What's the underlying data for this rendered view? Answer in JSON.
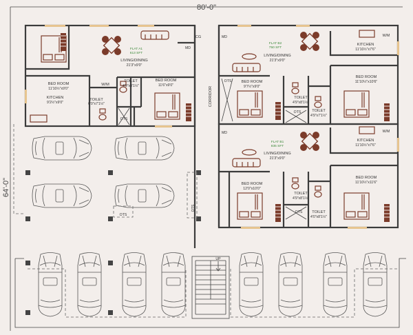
{
  "dimensions": {
    "width": "80'-0\"",
    "depth": "64'-0\""
  },
  "corridor": "CORRIDOR",
  "flat_a1": {
    "flat_name": "FLAT A1",
    "area": "613 SFT",
    "living": {
      "label": "LIVING/DINING",
      "dims": "21'3\"x9'0\""
    },
    "bedroom1": {
      "label": "BED ROOM",
      "dims": "11'10½\"x9'0\""
    },
    "bedroom2": {
      "label": "BED ROOM",
      "dims": "11'6\"x9'0\""
    },
    "kitchen": {
      "label": "KITCHEN",
      "dims": "9'2½\"x9'0\""
    },
    "toilet1": {
      "label": "TOILET",
      "dims": "6'0\"x7'1½\""
    },
    "toilet2": {
      "label": "TOILET",
      "dims": "4'9\"x8'1½\""
    },
    "wm": "W/M",
    "ots": "OTS",
    "cg": "CG",
    "md": "MD"
  },
  "flat_b2": {
    "flat_name": "FLAT B2",
    "area": "750 SFT",
    "living": {
      "label": "LIVING/DINING",
      "dims": "21'3\"x9'0\""
    },
    "kitchen": {
      "label": "KITCHEN",
      "dims": "11'10½\"x7'6\""
    },
    "bedroom1": {
      "label": "BED ROOM",
      "dims": "9'7½\"x9'0\""
    },
    "bedroom2": {
      "label": "BED ROOM",
      "dims": "11'10½\"x10'6\""
    },
    "toilet1": {
      "label": "TOILET",
      "dims": "4'9\"x8'1½\""
    },
    "toilet2": {
      "label": "TOILET",
      "dims": "4'9\"x7'1½\""
    },
    "wm": "W/M",
    "ots1": "OTS",
    "ots2": "OTS",
    "md": "MD"
  },
  "flat_b1": {
    "flat_name": "FLAT B1",
    "area": "835 SFT",
    "living": {
      "label": "LIVING/DINING",
      "dims": "21'3\"x9'0\""
    },
    "kitchen": {
      "label": "KITCHEN",
      "dims": "11'10½\"x7'6\""
    },
    "bedroom1": {
      "label": "BED ROOM",
      "dims": "12'0\"x10'0\""
    },
    "bedroom2": {
      "label": "BED ROOM",
      "dims": "11'10½\"x11'6\""
    },
    "toilet1": {
      "label": "TOILET",
      "dims": "4'9\"x8'1½\""
    },
    "toilet2": {
      "label": "TOILET",
      "dims": "4'0\"x8'1½\""
    },
    "wm": "W/M",
    "ots": "OTS",
    "md": "MD"
  },
  "parking": {
    "ots1": "OTS",
    "ots2": "OTS",
    "stair_up": "UP"
  },
  "colors": {
    "background": "#f3eeeb",
    "walls": "#3b3b3b",
    "furniture": "#7b3b2a",
    "windows": "#e6c48f",
    "flat_tag": "#3d8a3a"
  }
}
